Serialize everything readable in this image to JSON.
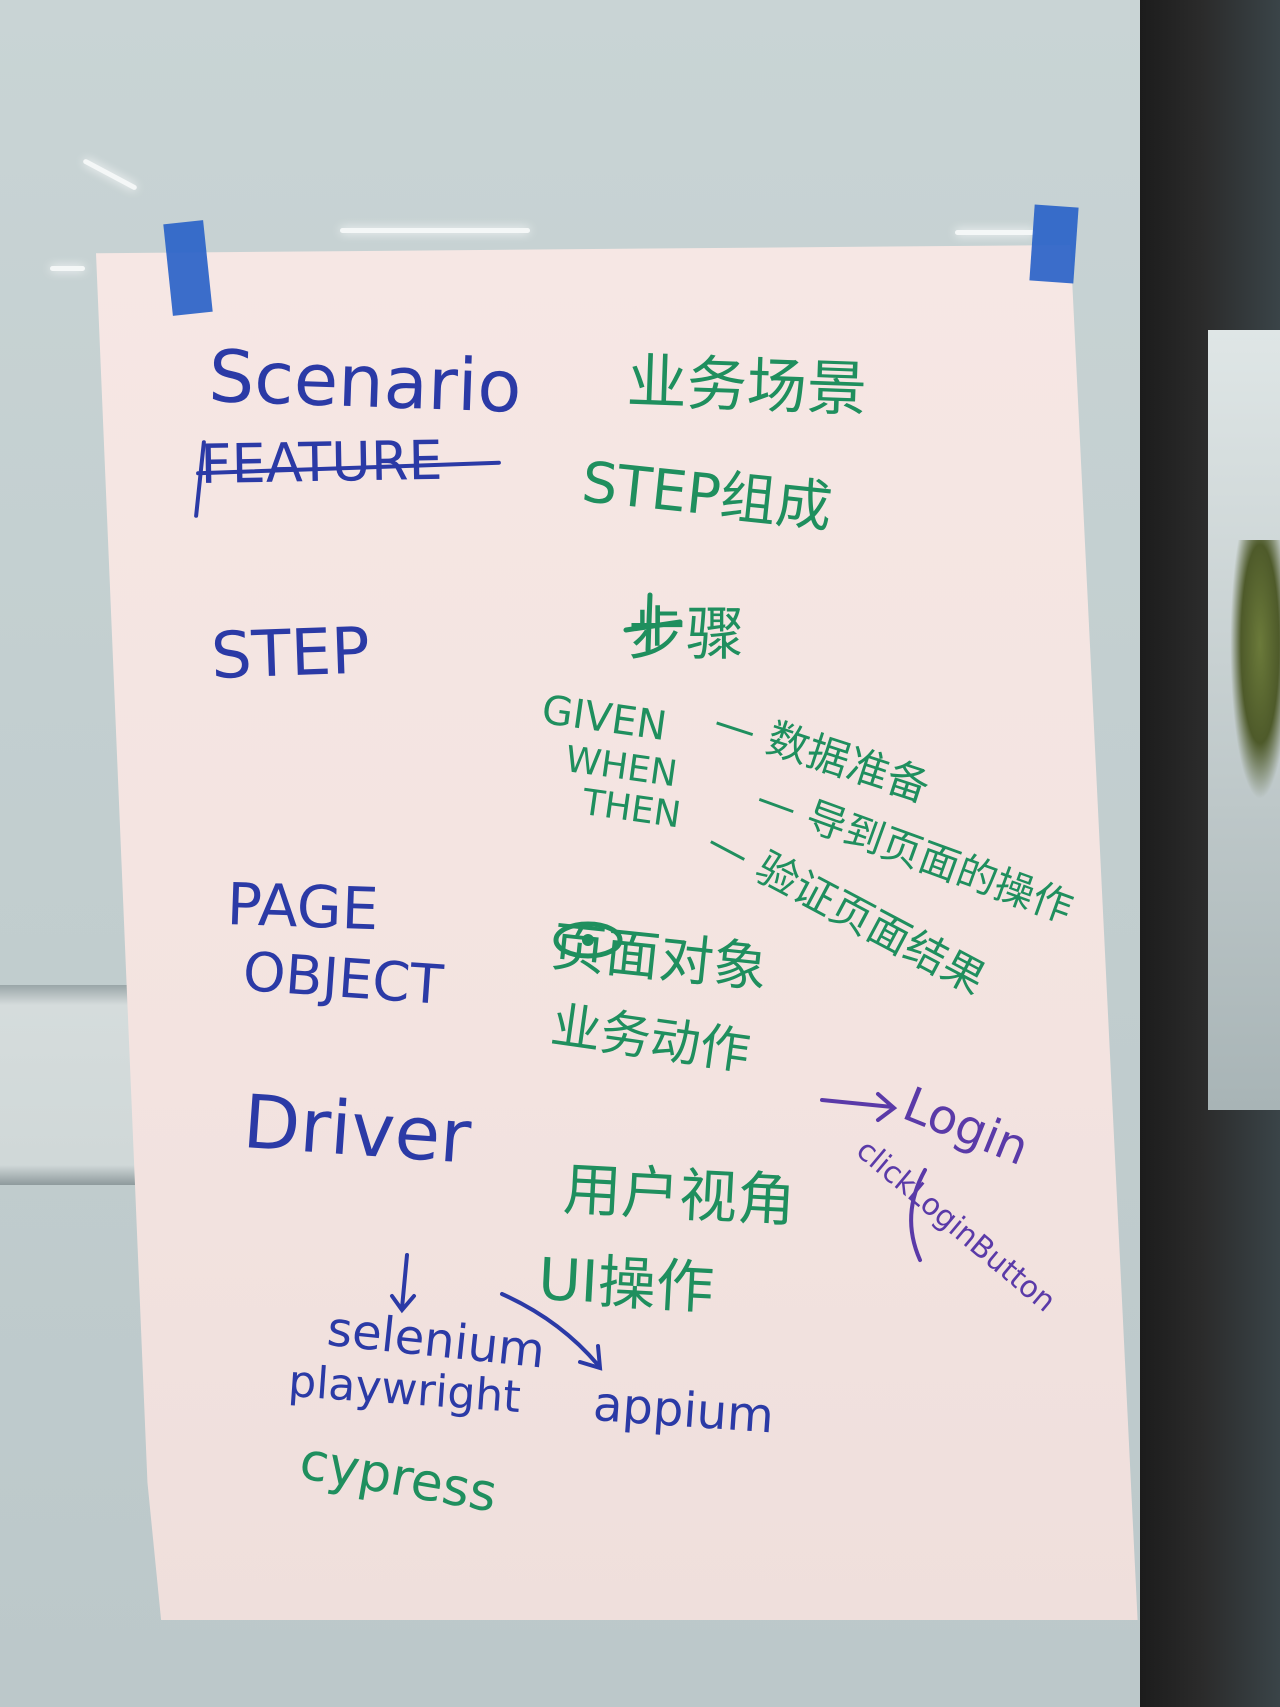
{
  "left_column": {
    "scenario": "Scenario",
    "feature": "FEATURE",
    "step": "STEP",
    "page": "PAGE",
    "object": "OBJECT",
    "driver": "Driver"
  },
  "right_column": {
    "scenario_note": "业务场景",
    "feature_note": "STEP组成",
    "step_note": "步骤",
    "given": "GIVEN",
    "given_note": "— 数据准备",
    "when": "WHEN",
    "when_note": "— 导到页面的操作",
    "then": "THEN",
    "then_note": "— 验证页面结果",
    "page_object_note_1": "页面对象",
    "page_object_note_2": "业务动作",
    "driver_note_1": "用户视角",
    "driver_note_2": "UI操作"
  },
  "side_notes": {
    "login": "Login",
    "click_login_button": "clickLoginButton"
  },
  "tools": {
    "selenium": "selenium",
    "playwright": "playwright",
    "cypress": "cypress",
    "appium": "appium"
  },
  "colors": {
    "paper": "#f3e3e0",
    "tape": "#2a63c8",
    "blue_marker": "#2b3aa6",
    "green_marker": "#1f8f5e",
    "purple_marker": "#5a3aa8"
  }
}
